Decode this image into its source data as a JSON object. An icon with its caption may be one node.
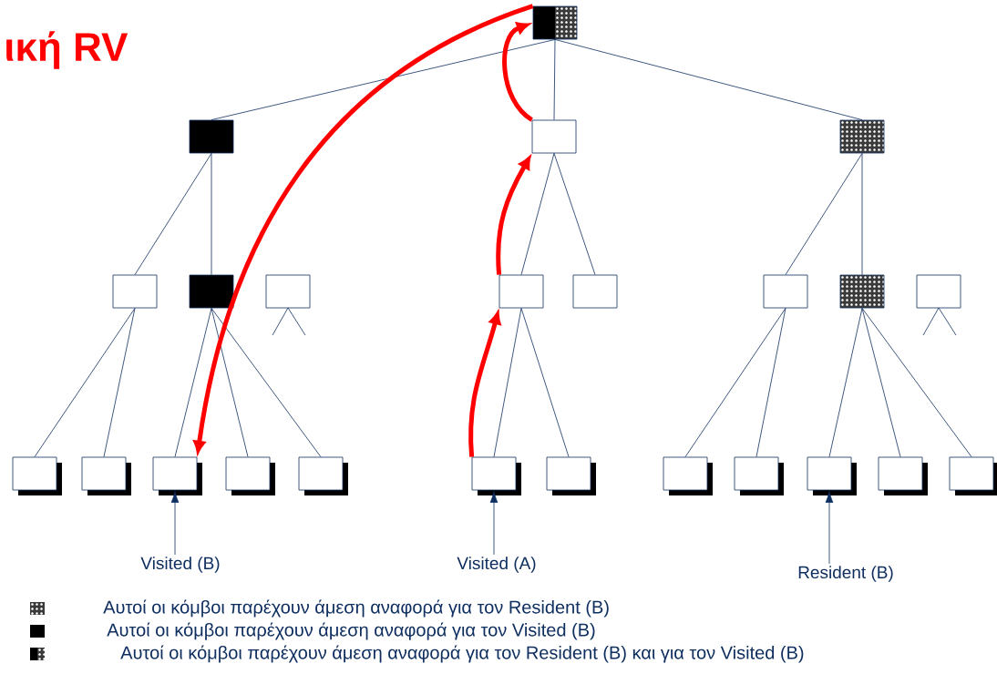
{
  "diagram": {
    "title": "ική RV",
    "nodes": [
      {
        "text": [],
        "shape": "box"
      },
      {
        "text": [],
        "shape": "box"
      },
      {
        "text": [],
        "shape": "box"
      },
      {
        "text": [],
        "shape": "box"
      },
      {
        "text": [],
        "shape": "box"
      },
      {
        "text": [],
        "shape": "box"
      },
      {
        "text": [],
        "shape": "box"
      },
      {
        "text": [],
        "shape": "box"
      },
      {
        "text": [],
        "shape": "box"
      },
      {
        "text": [],
        "shape": "box"
      },
      {
        "text": [],
        "shape": "box"
      },
      {
        "text": [],
        "shape": "box"
      },
      {
        "text": [],
        "shape": "box"
      },
      {
        "text": [],
        "shape": "box"
      },
      {
        "text": [],
        "shape": "box"
      },
      {
        "text": [],
        "shape": "box"
      },
      {
        "text": [],
        "shape": "box"
      },
      {
        "text": [],
        "shape": "box"
      },
      {
        "text": [],
        "shape": "box"
      },
      {
        "text": [],
        "shape": "box"
      },
      {
        "text": [],
        "shape": "box"
      },
      {
        "text": [],
        "shape": "box"
      },
      {
        "text": [],
        "shape": "box"
      },
      {
        "text": [],
        "shape": "box"
      },
      {
        "text": [
          "Visited (B)"
        ]
      },
      {
        "text": [
          "Visited (A)"
        ]
      },
      {
        "text": [
          "Resident (B)"
        ]
      }
    ],
    "edges": [
      {
        "from": 0,
        "to": 1,
        "arrow": "none"
      },
      {
        "from": 0,
        "to": 2,
        "arrow": "none"
      },
      {
        "from": 0,
        "to": 3,
        "arrow": "none"
      },
      {
        "from": 1,
        "to": 4,
        "arrow": "none"
      },
      {
        "from": 1,
        "to": 5,
        "arrow": "none"
      },
      {
        "from": 2,
        "to": 7,
        "arrow": "none"
      },
      {
        "from": 2,
        "to": 8,
        "arrow": "none"
      },
      {
        "from": 3,
        "to": 9,
        "arrow": "none"
      },
      {
        "from": 3,
        "to": 10,
        "arrow": "none"
      },
      {
        "from": 4,
        "to": 12,
        "arrow": "none"
      },
      {
        "from": 4,
        "to": 13,
        "arrow": "none"
      },
      {
        "from": 5,
        "to": 14,
        "arrow": "none"
      },
      {
        "from": 5,
        "to": 15,
        "arrow": "none"
      },
      {
        "from": 5,
        "to": 16,
        "arrow": "none"
      },
      {
        "from": 7,
        "to": 17,
        "arrow": "none"
      },
      {
        "from": 7,
        "to": 18,
        "arrow": "none"
      },
      {
        "from": 9,
        "to": 19,
        "arrow": "none"
      },
      {
        "from": 9,
        "to": 20,
        "arrow": "none"
      },
      {
        "from": 10,
        "to": 21,
        "arrow": "none"
      },
      {
        "from": 10,
        "to": 22,
        "arrow": "none"
      },
      {
        "from": 10,
        "to": 23,
        "arrow": "none"
      },
      {
        "from": 0,
        "to": 14,
        "arrow": "to",
        "style": "thick",
        "color": "#ff0000"
      },
      {
        "from": 2,
        "to": 0,
        "arrow": "to",
        "style": "thick",
        "color": "#ff0000"
      },
      {
        "from": 7,
        "to": 2,
        "arrow": "to",
        "style": "thick",
        "color": "#ff0000"
      },
      {
        "from": 17,
        "to": 7,
        "arrow": "to",
        "style": "thick",
        "color": "#ff0000"
      },
      {
        "from": 24,
        "to": 14,
        "arrow": "to"
      },
      {
        "from": 25,
        "to": 17,
        "arrow": "to"
      },
      {
        "from": 26,
        "to": 21,
        "arrow": "to"
      }
    ],
    "legend": [
      {
        "text": "Αυτοί οι κόμβοι παρέχουν άμεση αναφορά για τον Resident (B)"
      },
      {
        "text": "Αυτοί οι κόμβοι παρέχουν άμεση αναφορά για τον Visited (B)",
        "color": "#000000"
      },
      {
        "text": "Αυτοί οι κόμβοι παρέχουν άμεση αναφορά για τον Resident (B) και για τον Visited (B)"
      }
    ]
  }
}
